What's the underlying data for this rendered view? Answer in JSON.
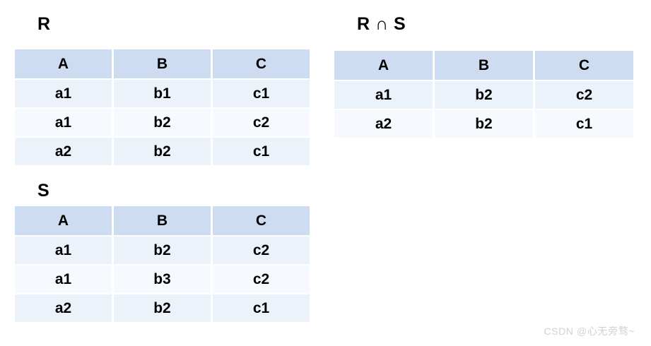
{
  "page": {
    "background": "#ffffff",
    "header_color": "#cddcf0",
    "row_color_a": "#ecf2fa",
    "row_color_b": "#f6f9fd",
    "text_color": "#000000"
  },
  "relations": {
    "R": {
      "label": "R",
      "columns": [
        "A",
        "B",
        "C"
      ],
      "rows": [
        [
          "a1",
          "b1",
          "c1"
        ],
        [
          "a1",
          "b2",
          "c2"
        ],
        [
          "a2",
          "b2",
          "c1"
        ]
      ]
    },
    "S": {
      "label": "S",
      "columns": [
        "A",
        "B",
        "C"
      ],
      "rows": [
        [
          "a1",
          "b2",
          "c2"
        ],
        [
          "a1",
          "b3",
          "c2"
        ],
        [
          "a2",
          "b2",
          "c1"
        ]
      ]
    },
    "RS": {
      "label": "R ∩ S",
      "columns": [
        "A",
        "B",
        "C"
      ],
      "rows": [
        [
          "a1",
          "b2",
          "c2"
        ],
        [
          "a2",
          "b2",
          "c1"
        ]
      ]
    }
  },
  "watermark": {
    "text": "CSDN @心无旁骛~",
    "color": "#d2d2d2"
  }
}
